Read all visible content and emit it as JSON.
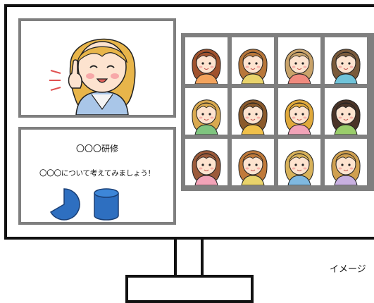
{
  "slide": {
    "title": "〇〇〇研修",
    "body": "〇〇〇について考えてみましょう！",
    "icons": [
      "pie-chart-icon",
      "database-cylinder-icon"
    ]
  },
  "participants": [
    {
      "hair": "#a0522d",
      "shirt": "#f3a35c"
    },
    {
      "hair": "#b8773a",
      "shirt": "#e9d36b"
    },
    {
      "hair": "#c9a36a",
      "shirt": "#f08a7e"
    },
    {
      "hair": "#7a5a3a",
      "shirt": "#6fc3d9"
    },
    {
      "hair": "#d9a94f",
      "shirt": "#7fc57f"
    },
    {
      "hair": "#8b5a2b",
      "shirt": "#f0c04a"
    },
    {
      "hair": "#e0a93b",
      "shirt": "#f2a3b8"
    },
    {
      "hair": "#4a3428",
      "shirt": "#9acd6a"
    },
    {
      "hair": "#9b5a3a",
      "shirt": "#f2a3b8"
    },
    {
      "hair": "#c07a3a",
      "shirt": "#e9d36b"
    },
    {
      "hair": "#d8b25a",
      "shirt": "#7fb8e0"
    },
    {
      "hair": "#d0a050",
      "shirt": "#c8b0e0"
    }
  ],
  "presenter": {
    "hair": "#e8b54a",
    "shirt": "#a9c6e8",
    "jacket": "#f4f4f4"
  },
  "caption": "イメージ",
  "colors": {
    "frame": "#111111",
    "panel_border": "#7f7f7f",
    "icon_fill": "#2e6fc0"
  }
}
